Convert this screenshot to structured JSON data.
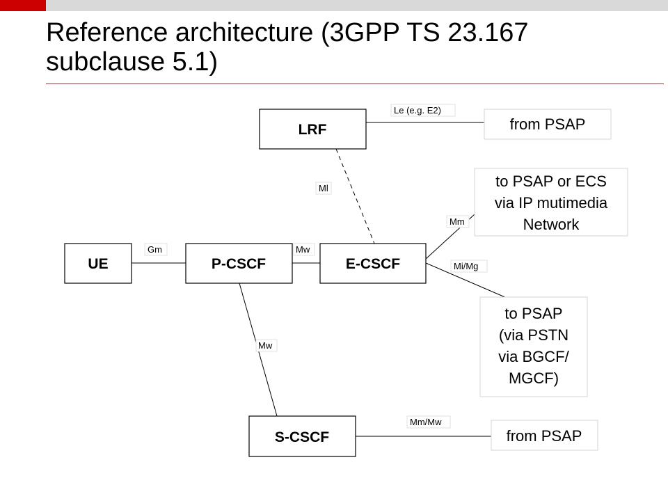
{
  "title": "Reference architecture (3GPP TS 23.167 subclause 5.1)",
  "colors": {
    "accent": "#cc0000",
    "bar": "#d9d9d9",
    "rule": "#a03030"
  },
  "nodes": {
    "lrf": "LRF",
    "ue": "UE",
    "pcscf": "P-CSCF",
    "ecscf": "E-CSCF",
    "scscf": "S-CSCF"
  },
  "destinations": {
    "lrf_psap": [
      "from PSAP"
    ],
    "psap_ecs": [
      "to PSAP or ECS",
      "via IP  mutimedia",
      "Network"
    ],
    "psap_pstn": [
      "to PSAP",
      "(via PSTN",
      "via BGCF/",
      "MGCF)"
    ],
    "scscf_psap": [
      "from PSAP"
    ]
  },
  "interfaces": {
    "le": "Le (e.g. E2)",
    "ml": "Ml",
    "gm": "Gm",
    "mw_pe": "Mw",
    "mm": "Mm",
    "mimg": "Mi/Mg",
    "mw_ps": "Mw",
    "mmmw": "Mm/Mw"
  }
}
